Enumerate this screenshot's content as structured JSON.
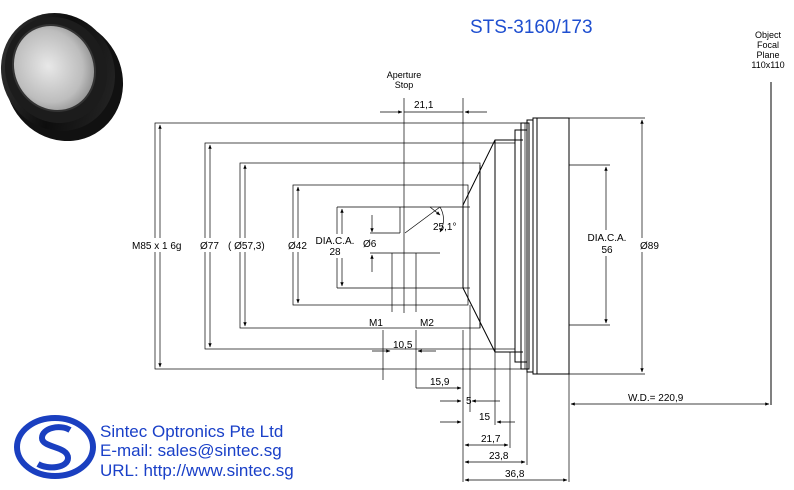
{
  "title": "STS-3160/173",
  "object_plane": [
    "Object",
    "Focal",
    "Plane",
    "110x110"
  ],
  "aperture_stop": [
    "Aperture",
    "Stop"
  ],
  "labels": {
    "thread": "M85 x 1  6g",
    "d77": "Ø77",
    "d57": "( Ø57,3)",
    "d42": "Ø42",
    "dia_ca_28": [
      "DIA.C.A.",
      "28"
    ],
    "d6": "Ø6",
    "angle": "25,1°",
    "m1": "M1",
    "m2": "M2",
    "dia_ca_56": [
      "DIA.C.A.",
      "56"
    ],
    "d89": "Ø89",
    "wd": "W.D.= 220,9"
  },
  "dimensions": {
    "d21_1": "21,1",
    "d10_5": "10,5",
    "d15_9": "15,9",
    "d5": "5",
    "d15": "15",
    "d21_7": "21,7",
    "d23_8": "23,8",
    "d36_8": "36,8"
  },
  "company": {
    "name": "Sintec Optronics Pte Ltd",
    "email": "E-mail: sales@sintec.sg",
    "url": "URL: http://www.sintec.sg"
  }
}
